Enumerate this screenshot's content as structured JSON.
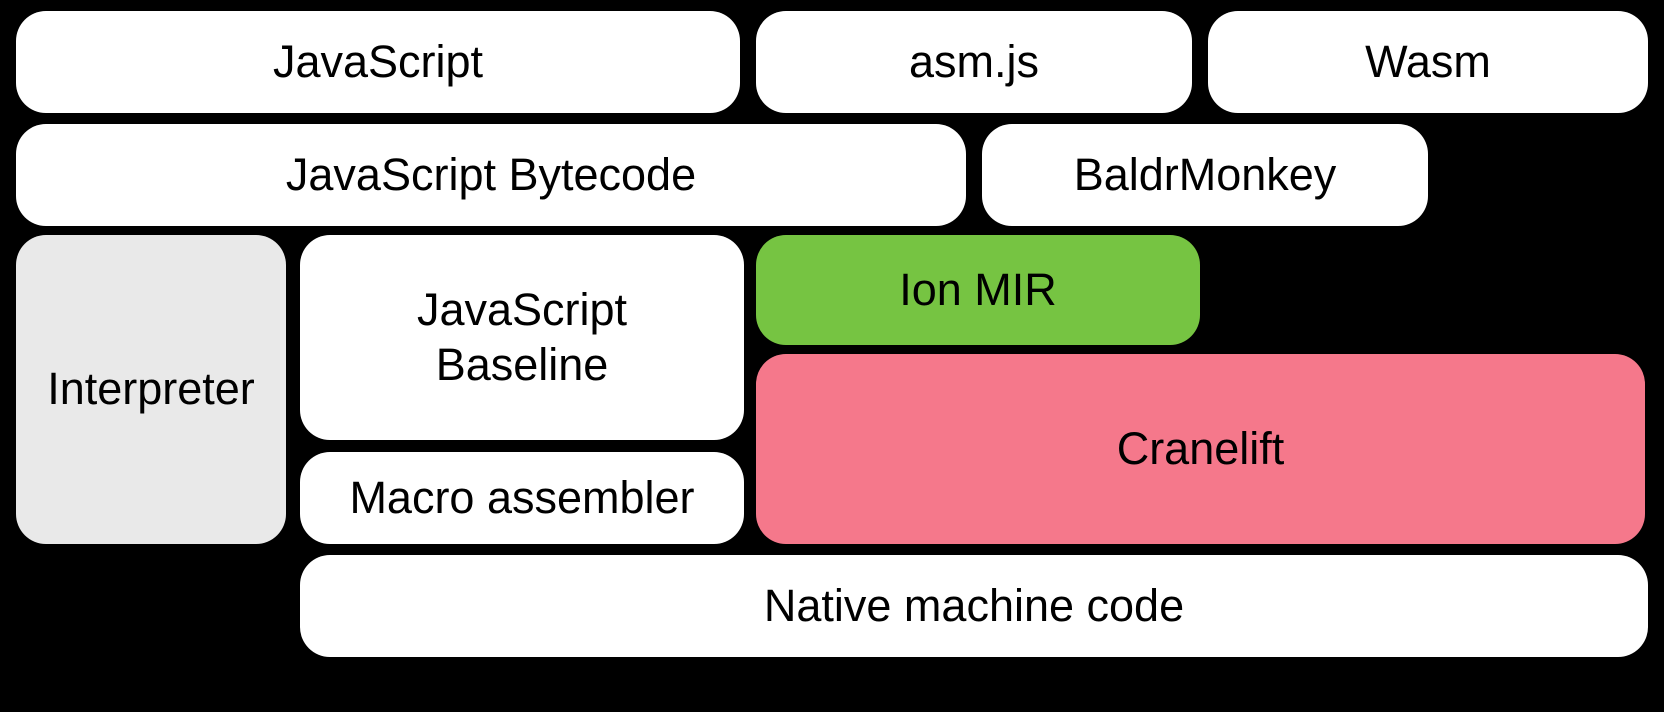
{
  "diagram": {
    "background": "#000000",
    "text_color": "#000000",
    "colors": {
      "default_fill": "#ffffff",
      "interpreter_fill": "#e9e9e9",
      "ion_mir_fill": "#76c442",
      "cranelift_fill": "#f5788b"
    },
    "boxes": {
      "javascript": {
        "label": "JavaScript",
        "fill": "#ffffff"
      },
      "asmjs": {
        "label": "asm.js",
        "fill": "#ffffff"
      },
      "wasm": {
        "label": "Wasm",
        "fill": "#ffffff"
      },
      "bytecode": {
        "label": "JavaScript Bytecode",
        "fill": "#ffffff"
      },
      "baldrmonkey": {
        "label": "BaldrMonkey",
        "fill": "#ffffff"
      },
      "interpreter": {
        "label": "Interpreter",
        "fill": "#e9e9e9"
      },
      "baseline": {
        "label": "JavaScript\nBaseline",
        "fill": "#ffffff"
      },
      "ion_mir": {
        "label": "Ion MIR",
        "fill": "#76c442"
      },
      "macro_assembler": {
        "label": "Macro assembler",
        "fill": "#ffffff"
      },
      "cranelift": {
        "label": "Cranelift",
        "fill": "#f5788b"
      },
      "native_machine_code": {
        "label": "Native machine code",
        "fill": "#ffffff"
      }
    }
  }
}
